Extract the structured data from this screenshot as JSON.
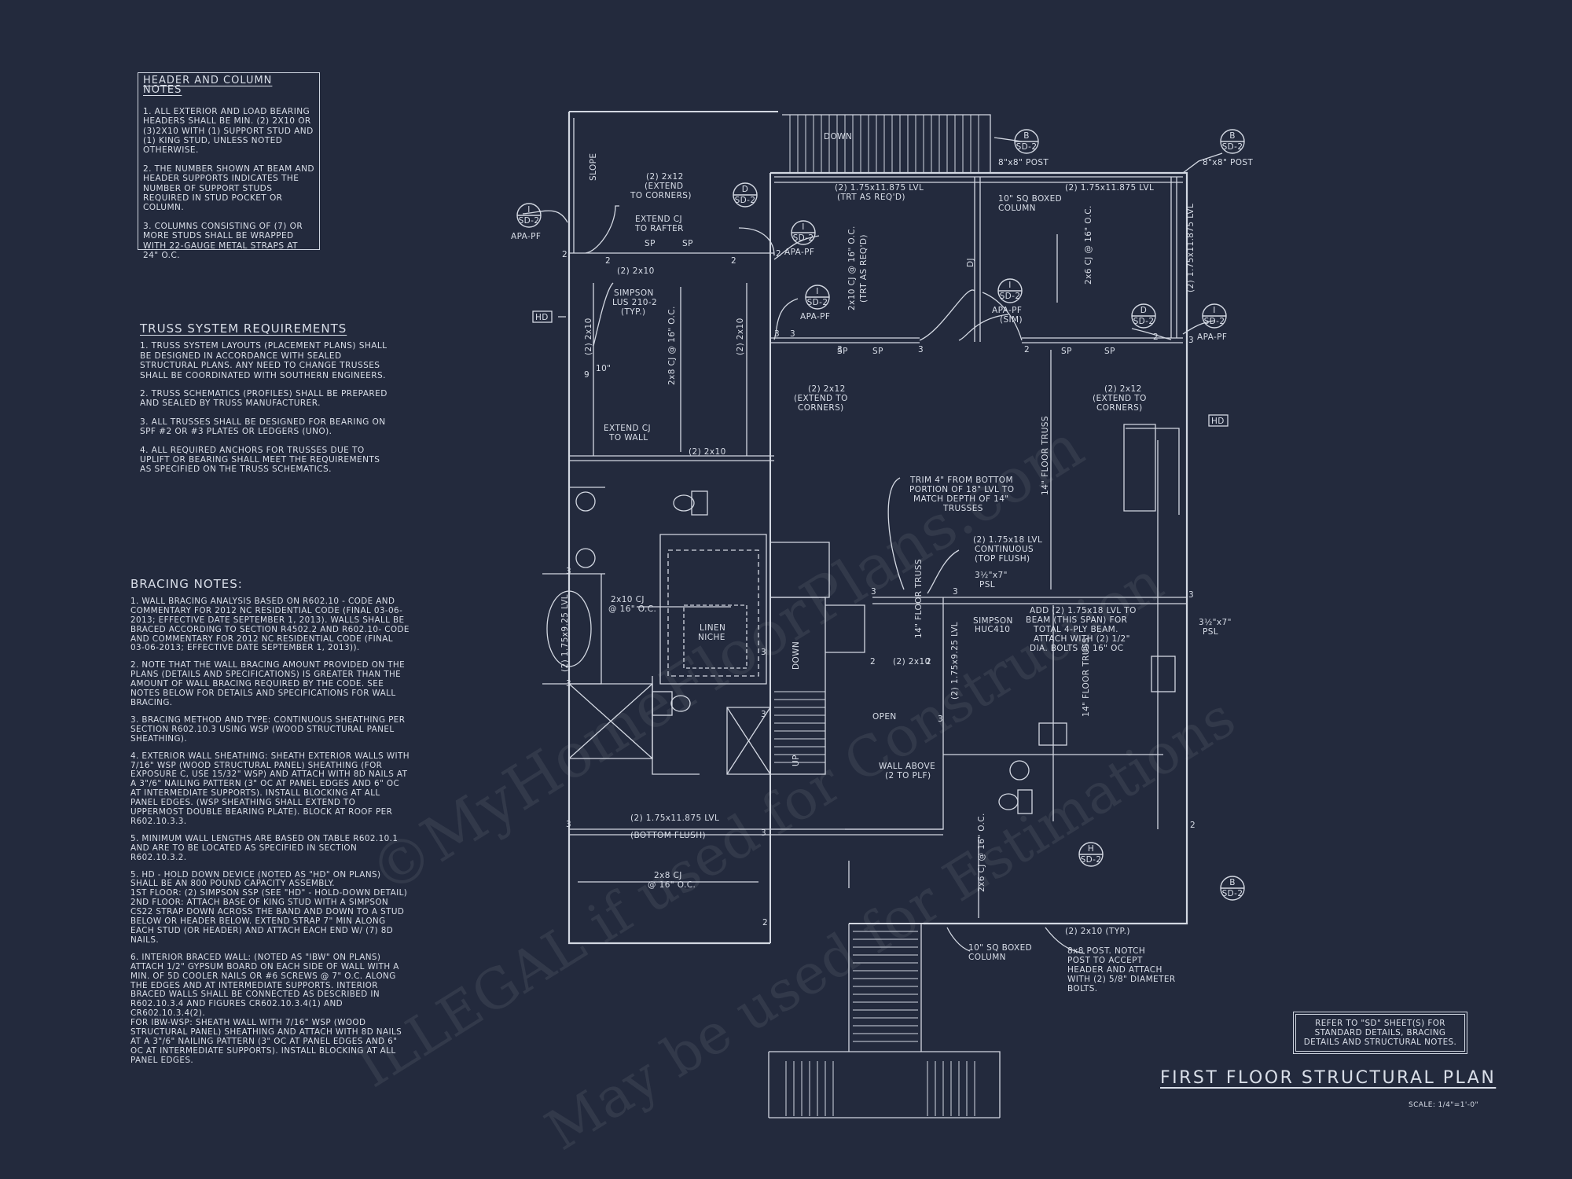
{
  "header_notes": {
    "title": "HEADER AND COLUMN NOTES",
    "items": [
      "1. ALL EXTERIOR AND LOAD BEARING HEADERS SHALL BE MIN. (2) 2x10 or (3)2x10 WITH (1) SUPPORT STUD AND (1) KING STUD, UNLESS NOTED OTHERWISE.",
      "2. THE NUMBER SHOWN AT BEAM AND HEADER SUPPORTS INDICATES THE NUMBER OF SUPPORT STUDS REQUIRED IN STUD POCKET OR COLUMN.",
      "3. COLUMNS CONSISTING OF (7) OR MORE STUDS SHALL BE WRAPPED WITH 22-GAUGE METAL STRAPS AT 24\" O.C."
    ]
  },
  "truss_requirements": {
    "title": "TRUSS SYSTEM REQUIREMENTS",
    "items": [
      "1. TRUSS SYSTEM LAYOUTS (PLACEMENT PLANS) SHALL BE DESIGNED IN ACCORDANCE WITH SEALED STRUCTURAL PLANS. ANY NEED TO CHANGE TRUSSES SHALL BE COORDINATED WITH SOUTHERN ENGINEERS.",
      "2. TRUSS SCHEMATICS (PROFILES) SHALL BE PREPARED AND SEALED BY TRUSS MANUFACTURER.",
      "3. ALL TRUSSES SHALL BE DESIGNED FOR BEARING ON SPF #2 OR #3 PLATES OR LEDGERS (UNO).",
      "4. ALL REQUIRED ANCHORS FOR TRUSSES DUE TO UPLIFT OR BEARING SHALL MEET THE REQUIREMENTS AS SPECIFIED ON THE TRUSS SCHEMATICS."
    ]
  },
  "bracing_notes": {
    "title": "BRACING NOTES:",
    "items": [
      "1. WALL BRACING ANALYSIS BASED ON R602.10 - CODE AND COMMENTARY FOR 2012 NC RESIDENTIAL CODE (FINAL 03-06-2013; EFFECTIVE DATE SEPTEMBER 1, 2013). WALLS SHALL BE BRACED ACCORDING TO SECTION R4502.2 AND R602.10- CODE AND COMMENTARY FOR 2012 NC RESIDENTIAL CODE (FINAL 03-06-2013; EFFECTIVE DATE SEPTEMBER 1, 2013)).",
      "2. NOTE THAT THE WALL BRACING AMOUNT PROVIDED ON THE PLANS (DETAILS AND SPECIFICATIONS) IS GREATER THAN THE AMOUNT OF WALL BRACING REQUIRED BY THE CODE. SEE NOTES BELOW FOR DETAILS AND SPECIFICATIONS FOR WALL BRACING.",
      "3. BRACING METHOD AND TYPE: CONTINUOUS SHEATHING PER SECTION R602.10.3 USING WSP (WOOD STRUCTURAL PANEL SHEATHING).",
      "4. EXTERIOR WALL SHEATHING: SHEATH EXTERIOR WALLS WITH 7/16\" WSP (WOOD STRUCTURAL PANEL) SHEATHING (FOR EXPOSURE C, USE 15/32\" WSP) AND ATTACH WITH 8d NAILS AT A 3\"/6\" NAILING PATTERN (3\" OC AT PANEL EDGES AND 6\" OC AT INTERMEDIATE SUPPORTS). INSTALL BLOCKING AT ALL PANEL EDGES. (WSP SHEATHING SHALL EXTEND TO UPPERMOST DOUBLE BEARING PLATE). BLOCK AT ROOF PER R602.10.3.3.",
      "5. MINIMUM WALL LENGTHS ARE BASED ON TABLE R602.10.1 AND ARE TO BE LOCATED AS SPECIFIED IN SECTION R602.10.3.2.",
      "5. HD - HOLD DOWN DEVICE (NOTED AS \"HD\" ON PLANS) SHALL BE AN 800 POUND CAPACITY ASSEMBLY.\n1ST FLOOR: (2) SIMPSON SSP (SEE \"HD\" - HOLD-DOWN DETAIL)\n2ND FLOOR: ATTACH BASE OF KING STUD WITH A SIMPSON CS22 STRAP DOWN ACROSS THE BAND AND DOWN TO A STUD BELOW OR HEADER BELOW. EXTEND STRAP 7\" MIN ALONG EACH STUD (OR HEADER) AND ATTACH EACH END W/ (7) 8d NAILS.",
      "6. INTERIOR BRACED WALL: (NOTED AS \"IBW\" ON PLANS) ATTACH 1/2\" GYPSUM BOARD ON EACH SIDE OF WALL WITH A MIN. OF 5d COOLER NAILS OR #6 SCREWS @ 7\" O.C. ALONG THE EDGES AND AT INTERMEDIATE SUPPORTS. INTERIOR BRACED WALLS SHALL BE CONNECTED AS DESCRIBED IN R602.10.3.4 AND FIGURES CR602.10.3.4(1) AND CR602.10.3.4(2).\nFOR IBW-WSP: SHEATH WALL WITH 7/16\" WSP (WOOD STRUCTURAL PANEL) SHEATHING AND ATTACH WITH 8d NAILS AT A 3\"/6\" NAILING PATTERN (3\" OC AT PANEL EDGES AND 6\" OC AT INTERMEDIATE SUPPORTS). INSTALL BLOCKING AT ALL PANEL EDGES."
    ]
  },
  "refer_note": "REFER TO \"SD\" SHEET(S) FOR STANDARD DETAILS, BRACING DETAILS AND STRUCTURAL NOTES.",
  "drawing_title": "FIRST FLOOR STRUCTURAL PLAN",
  "scale": "SCALE: 1/4\"=1'-0\"",
  "watermarks": [
    "©MyHomeFloorPlans.com",
    "ILLEGAL if used for Construction",
    "May be used for Estimations"
  ],
  "plan_labels": {
    "down_top": "DOWN",
    "slope": "SLOPE",
    "post_b1": "8\"x8\" POST",
    "post_b2": "8\"x8\" POST",
    "lvl_top_left": "(2) 1.75x11.875 LVL",
    "trt_req": "(TRT AS REQ'D)",
    "lvl_top_right": "(2) 1.75x11.875 LVL",
    "boxed_col_top": "10\" SQ BOXED",
    "boxed_col_top2": "COLUMN",
    "lvl_right_side": "(2) 1.75x11.875 LVL",
    "extend_corners_1a": "(2) 2x12",
    "extend_corners_1b": "(EXTEND",
    "extend_corners_1c": "TO CORNERS)",
    "extend_cj_rafter_a": "EXTEND CJ",
    "extend_cj_rafter_b": "TO RAFTER",
    "apa_pf_1": "APA-PF",
    "apa_pf_2": "APA-PF",
    "apa_pf_3": "APA-PF",
    "apa_pf_4": "APA-PF",
    "apa_pf_5": "APA-PF",
    "apa_pf_sim": "(SIM)",
    "hdr_2x10_a": "(2) 2x10",
    "simpson_lus_a": "SIMPSON",
    "simpson_lus_b": "LUS 210-2",
    "simpson_lus_c": "(TYP.)",
    "hdr_2x10_v1": "(2) 2x10",
    "hdr_2x10_v2": "(2) 2x10",
    "cj_2x8_v": "2x8 CJ @ 16\" O.C.",
    "ten_in": "10\"",
    "extend_cj_wall_a": "EXTEND CJ",
    "extend_cj_wall_b": "TO WALL",
    "hdr_2x10_b": "(2) 2x10",
    "cj_2x10_v": "2x10 CJ @ 16\" O.C.",
    "cj_trt_req": "(TRT AS REQ'D)",
    "dj": "DJ",
    "cj_2x6_top": "2x6 CJ @ 16\" O.C.",
    "sp1": "SP",
    "sp2": "SP",
    "sp3": "SP",
    "sp4": "SP",
    "sp5": "SP",
    "sp6": "SP",
    "ext_corners_2a": "(2) 2x12",
    "ext_corners_2b": "(EXTEND TO",
    "ext_corners_2c": "CORNERS)",
    "ext_corners_3a": "(2) 2x12",
    "ext_corners_3b": "(EXTEND TO",
    "ext_corners_3c": "CORNERS)",
    "floor_truss_1": "14\" FLOOR TRUSS",
    "trim_a": "TRIM 4\" FROM BOTTOM",
    "trim_b": "PORTION OF 18\" LVL TO",
    "trim_c": "MATCH DEPTH OF 14\"",
    "trim_d": "TRUSSES",
    "lvl_cont_a": "(2) 1.75x18 LVL",
    "lvl_cont_b": "CONTINUOUS",
    "lvl_cont_c": "(TOP FLUSH)",
    "psl_1a": "3½\"x7\"",
    "psl_1b": "PSL",
    "psl_2a": "3½\"x7\"",
    "psl_2b": "PSL",
    "add_lvl_a": "ADD (2) 1.75x18 LVL TO",
    "add_lvl_b": "BEAM (THIS SPAN) FOR",
    "add_lvl_c": "TOTAL 4-PLY BEAM.",
    "add_lvl_d": "ATTACH WITH (2) 1/2\"",
    "add_lvl_e": "DIA. BOLTS @ 16\" OC",
    "simpson_huc_a": "SIMPSON",
    "simpson_huc_b": "HUC410",
    "lvl_vert_mid": "(2) 1.75x9.25 LVL",
    "floor_truss_2": "14\" FLOOR TRUSS",
    "floor_truss_3": "14\" FLOOR TRUSS",
    "hdr_2x10_c": "(2) 2x10",
    "lvl_tub": "(2) 1.75x9.25 LVL",
    "cj_2x10_mid_a": "2x10 CJ",
    "cj_2x10_mid_b": "@ 16\" O.C.",
    "linen_a": "LINEN",
    "linen_b": "NICHE",
    "down_stair": "DOWN",
    "up_stair": "UP",
    "open": "OPEN",
    "wall_above_a": "WALL ABOVE",
    "wall_above_b": "(2 TO PLF)",
    "lvl_bottom_a": "(2) 1.75x11.875 LVL",
    "lvl_bottom_b": "(BOTTOM FLUSH)",
    "cj_2x8_bot_a": "2x8 CJ",
    "cj_2x8_bot_b": "@ 16\" O.C.",
    "cj_2x6_bot": "2x6 CJ @ 16\" O.C.",
    "hdr_2x10_typ": "(2) 2x10 (TYP.)",
    "boxed_col_bot_a": "10\" SQ BOXED",
    "boxed_col_bot_b": "COLUMN",
    "post_notch_a": "8x8 POST. NOTCH",
    "post_notch_b": "POST TO ACCEPT",
    "post_notch_c": "HEADER AND ATTACH",
    "post_notch_d": "WITH (2) 5/8\" DIAMETER",
    "post_notch_e": "BOLTS.",
    "hd1": "HD",
    "hd2": "HD"
  },
  "detail_tags": [
    {
      "letter": "B",
      "sheet": "SD-2"
    },
    {
      "letter": "B",
      "sheet": "SD-2"
    },
    {
      "letter": "D",
      "sheet": "SD-2"
    },
    {
      "letter": "I",
      "sheet": "SD-2"
    },
    {
      "letter": "I",
      "sheet": "SD-2"
    },
    {
      "letter": "I",
      "sheet": "SD-2"
    },
    {
      "letter": "I",
      "sheet": "SD-2"
    },
    {
      "letter": "D",
      "sheet": "SD-2"
    },
    {
      "letter": "I",
      "sheet": "SD-2"
    },
    {
      "letter": "H",
      "sheet": "SD-2"
    },
    {
      "letter": "B",
      "sheet": "SD-2"
    }
  ],
  "support_counts": [
    "2",
    "2",
    "2",
    "2",
    "3",
    "3",
    "3",
    "3",
    "3",
    "2",
    "2",
    "3",
    "3",
    "3",
    "3",
    "3",
    "3",
    "2",
    "2",
    "3",
    "3",
    "3",
    "2",
    "2",
    "3",
    "9"
  ]
}
